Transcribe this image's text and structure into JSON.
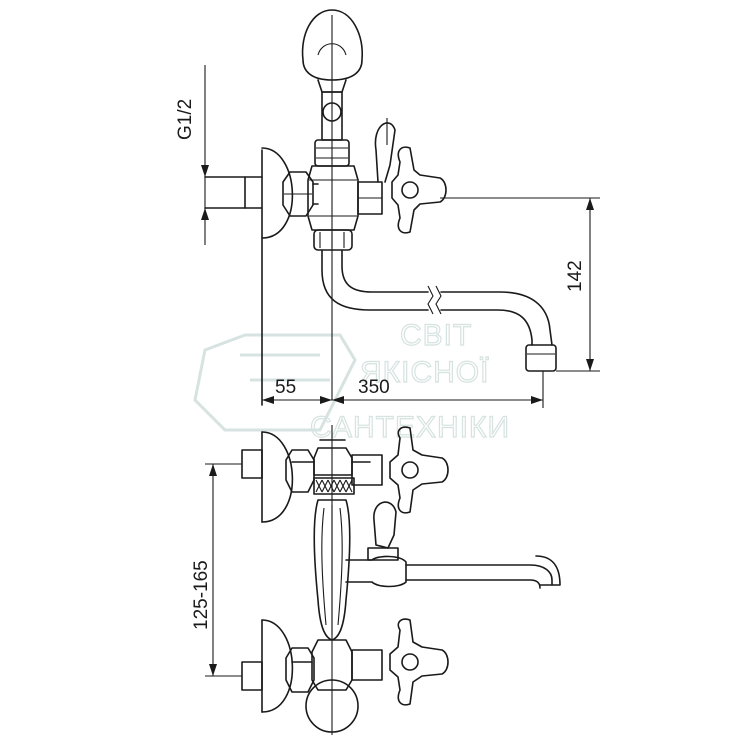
{
  "dimensions": {
    "thread": "G1/2",
    "wall_offset": "55",
    "spout_reach": "350",
    "spout_height": "142",
    "inlet_spacing": "125-165"
  },
  "watermark": {
    "line1": "СВІТ",
    "line2": "ЯКІСНОЇ",
    "line3": "САНТЕХНІКИ"
  },
  "colors": {
    "line": "#1a1a1a",
    "watermark": "#d6e3e0",
    "background": "#ffffff"
  }
}
